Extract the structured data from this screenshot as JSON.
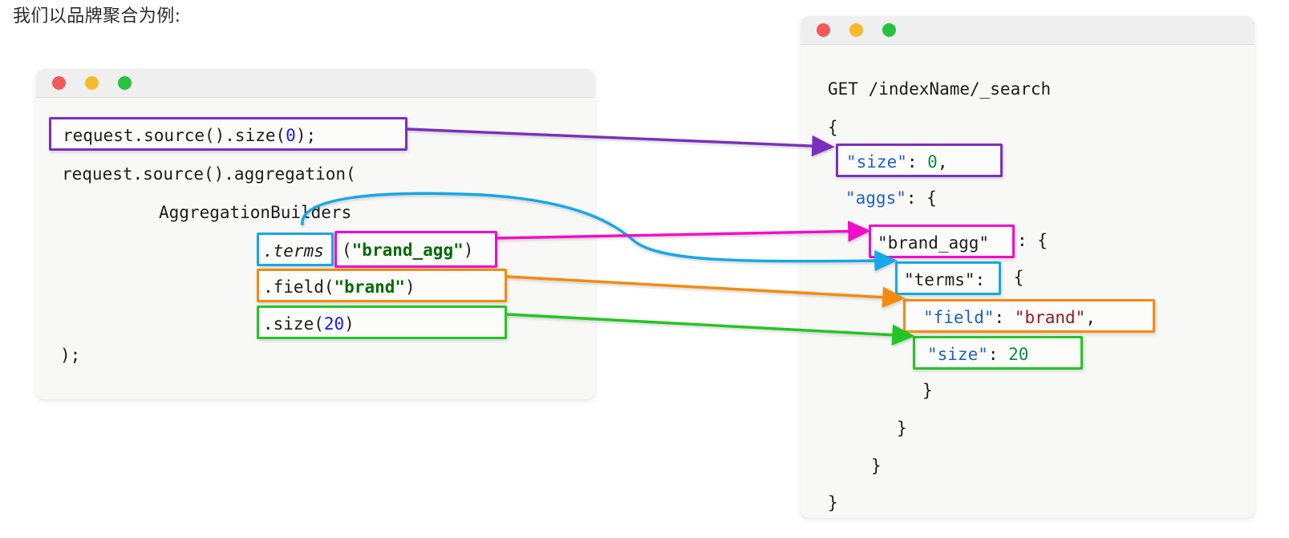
{
  "heading": "我们以品牌聚合为例:",
  "colors": {
    "purple": "#7b2fbe",
    "cyan": "#17a7e8",
    "magenta": "#f20ac8",
    "orange": "#f58a11",
    "green": "#24c524",
    "traffic_red": "#f15a5b",
    "traffic_yellow": "#f6bb2d",
    "traffic_green": "#27c340",
    "number_blue": "#1616ff",
    "string_green": "#046a06",
    "json_key_blue": "#2060c8",
    "json_num_green": "#0b8a49",
    "json_str_red": "#9a1727"
  },
  "left_window": {
    "title_dots": [
      "close-dot",
      "minimize-dot",
      "maximize-dot"
    ],
    "lines": {
      "line1_boxed": {
        "prefix": "request.source().size(",
        "number": "0",
        "suffix": ");"
      },
      "line2": "request.source().aggregation(",
      "line3": "AggregationBuilders",
      "terms_boxed": ".terms",
      "brand_agg_boxed": {
        "open": "(",
        "string": "\"brand_agg\"",
        "close": ")"
      },
      "field_boxed": {
        "prefix": ".field(",
        "string": "\"brand\"",
        "suffix": ")"
      },
      "size_boxed": {
        "prefix": ".size(",
        "number": "20",
        "suffix": ")"
      },
      "line_last": ");"
    }
  },
  "right_window": {
    "title_dots": [
      "close-dot",
      "minimize-dot",
      "maximize-dot"
    ],
    "request_line": "GET /indexName/_search",
    "brace_open": "{",
    "size_boxed": {
      "key": "\"size\"",
      "colon": ": ",
      "value": "0",
      "comma": ","
    },
    "aggs_line": {
      "key": "\"aggs\"",
      "rest": ": {"
    },
    "brand_agg_boxed": {
      "key": "\"brand_agg\"",
      "rest": ": {"
    },
    "terms_boxed": {
      "key": "\"terms\":",
      "rest": " {"
    },
    "field_boxed": {
      "key": "\"field\"",
      "colon": ": ",
      "value": "\"brand\"",
      "comma": ","
    },
    "size20_boxed": {
      "key": "\"size\"",
      "colon": ": ",
      "value": "20"
    },
    "close1": "}",
    "close2": "}",
    "close3": "}",
    "close4": "}"
  },
  "connectors": [
    {
      "name": "size-connector",
      "color": "#7b2fbe"
    },
    {
      "name": "terms-connector",
      "color": "#17a7e8"
    },
    {
      "name": "brand-agg-connector",
      "color": "#f20ac8"
    },
    {
      "name": "field-connector",
      "color": "#f58a11"
    },
    {
      "name": "size20-connector",
      "color": "#24c524"
    }
  ]
}
